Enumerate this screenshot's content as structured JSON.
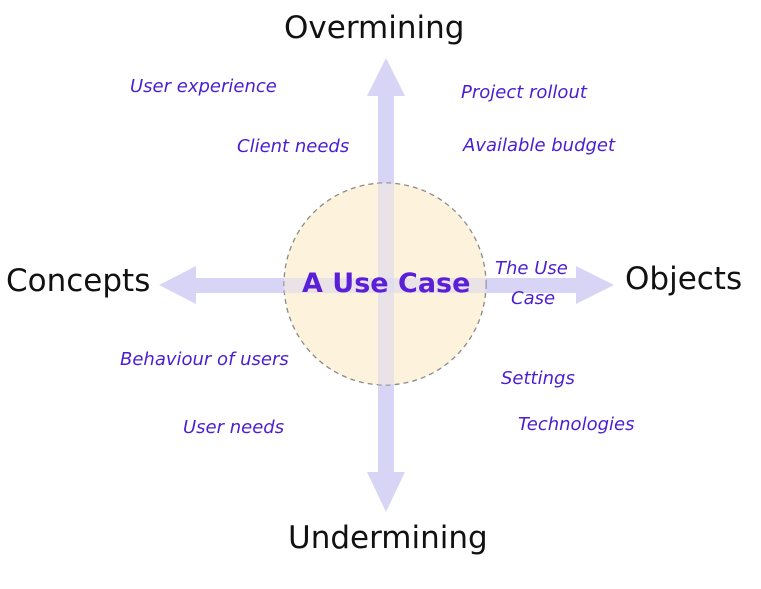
{
  "diagram": {
    "center": {
      "label": "A Use Case"
    },
    "axes": {
      "top": "Overmining",
      "bottom": "Undermining",
      "left": "Concepts",
      "right": "Objects"
    },
    "notes": {
      "user_experience": "User experience",
      "client_needs": "Client needs",
      "project_rollout": "Project rollout",
      "available_budget": "Available budget",
      "the_use_case_line1": "The Use",
      "the_use_case_line2": "Case",
      "behaviour_of_users": "Behaviour of users",
      "user_needs": "User needs",
      "settings": "Settings",
      "technologies": "Technologies"
    },
    "colors": {
      "axis_arrow": "#d8d4f6",
      "center_fill": "#fdf1d6",
      "center_border": "#8a8a8a",
      "note_text": "#4b1ed1",
      "center_text": "#5a1fd6",
      "axis_text": "#111111"
    }
  }
}
